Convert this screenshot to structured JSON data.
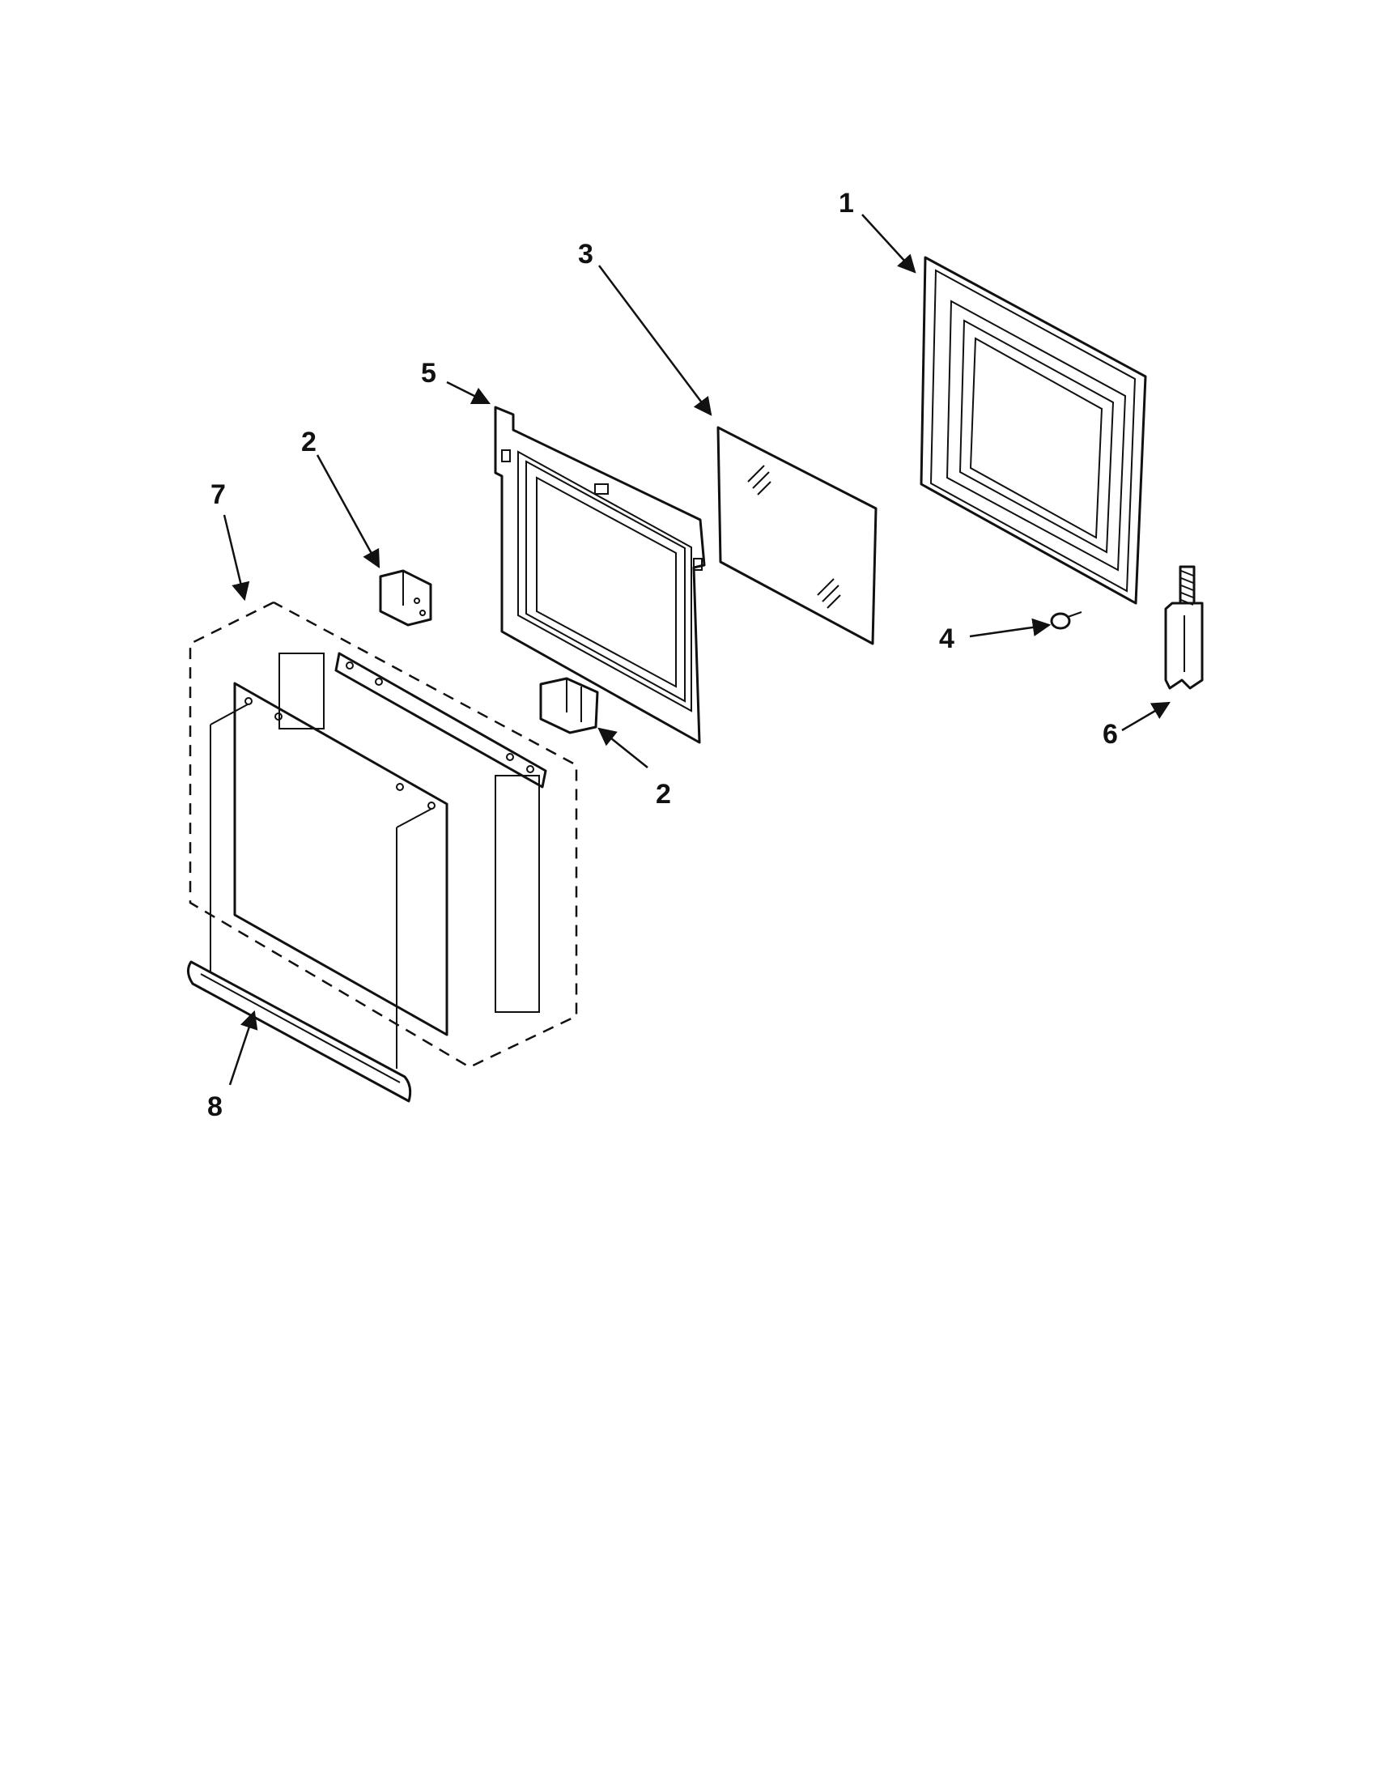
{
  "diagram": {
    "callouts": {
      "door_outer_panel": "1",
      "hinge_receptacle_upper": "2",
      "hinge_receptacle_lower": "2",
      "door_glass": "3",
      "door_bumper": "4",
      "door_liner_frame": "5",
      "door_hinge": "6",
      "door_front_assembly": "7",
      "door_handle": "8"
    }
  }
}
